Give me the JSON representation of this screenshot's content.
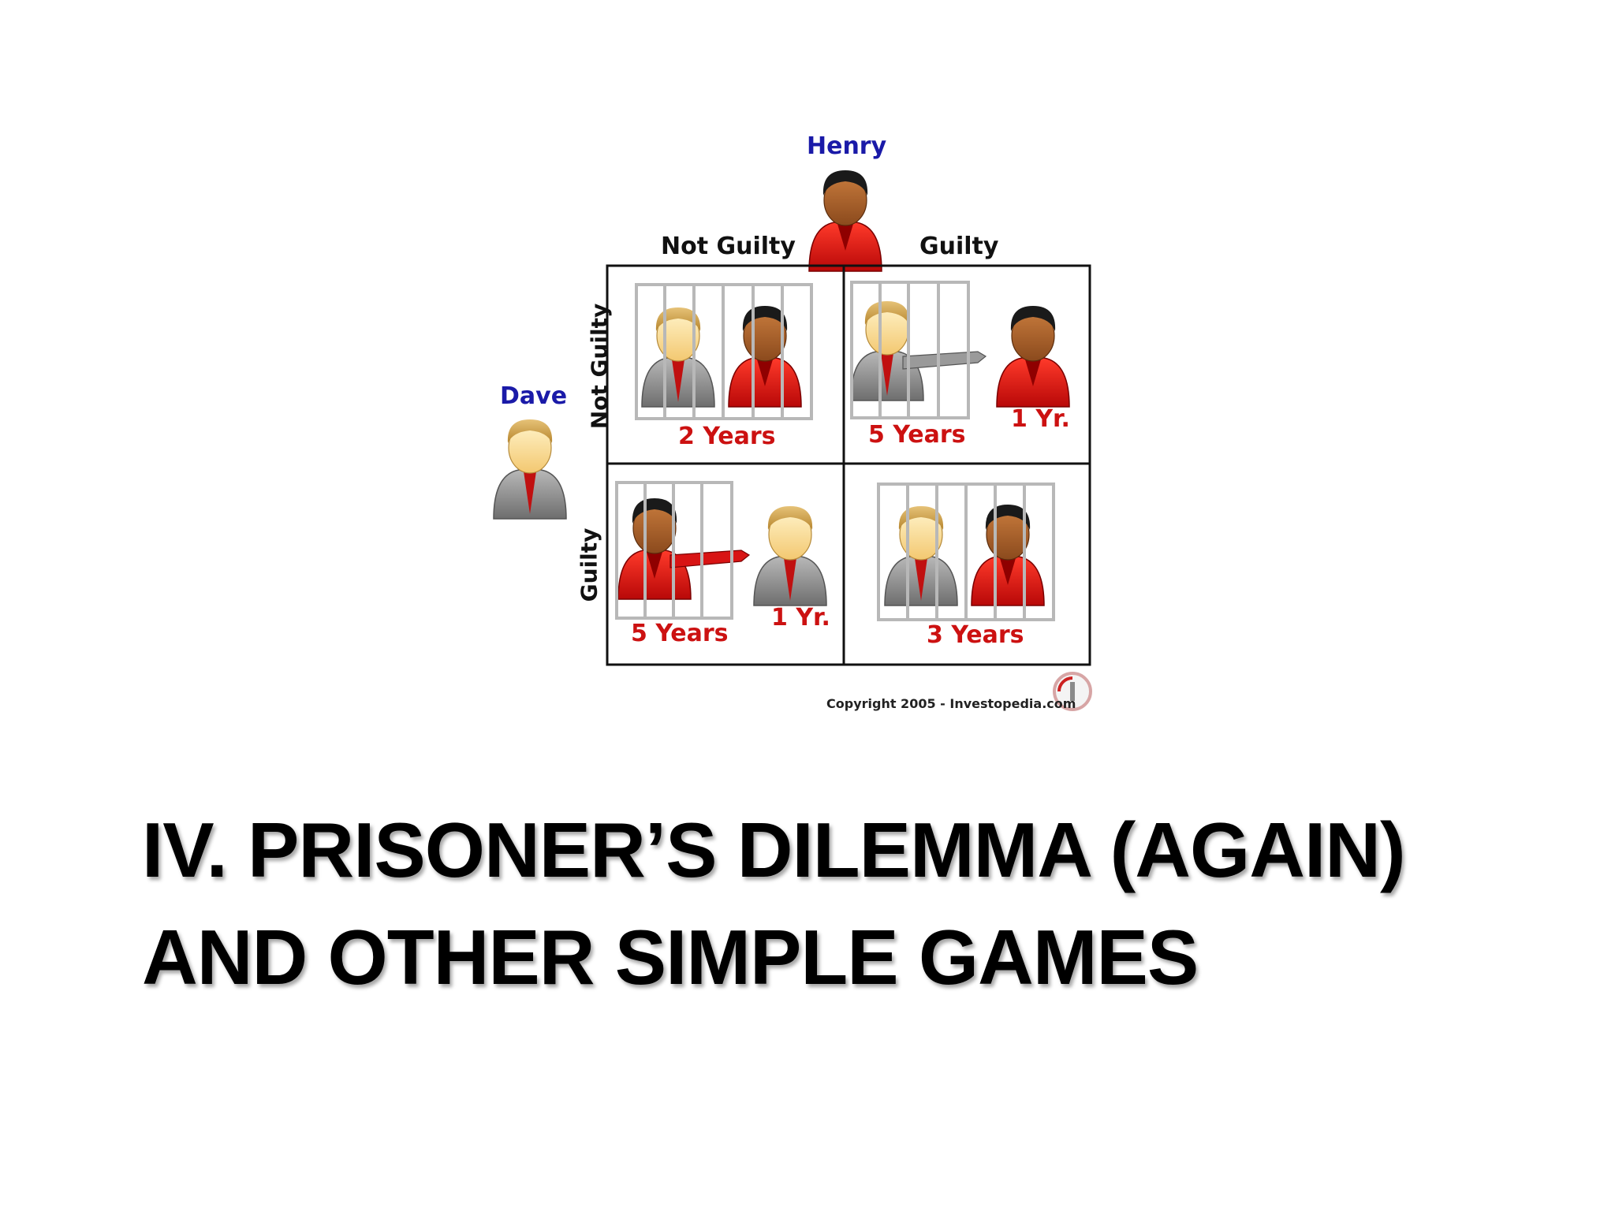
{
  "diagram": {
    "players": {
      "column_player": "Henry",
      "row_player": "Dave"
    },
    "column_headers": [
      "Not Guilty",
      "Guilty"
    ],
    "row_headers": [
      "Not Guilty",
      "Guilty"
    ],
    "cells": {
      "ng_ng": {
        "sentence": "2 Years"
      },
      "ng_g": {
        "sentence_left": "5 Years",
        "sentence_right": "1 Yr."
      },
      "g_ng": {
        "sentence_left": "5 Years",
        "sentence_right": "1 Yr."
      },
      "g_g": {
        "sentence": "3 Years"
      }
    },
    "copyright": "Copyright 2005 - Investopedia.com",
    "colors": {
      "name_blue": "#1a1aa8",
      "sentence_red": "#cc1111",
      "henry_shirt": "#d81414",
      "dave_shirt": "#8a8a8a",
      "tie_red": "#c01010",
      "bars": "#b8b8b8"
    }
  },
  "title": {
    "line1": "IV.  PRISONER’S DILEMMA (AGAIN)",
    "line2": "AND OTHER SIMPLE GAMES"
  }
}
